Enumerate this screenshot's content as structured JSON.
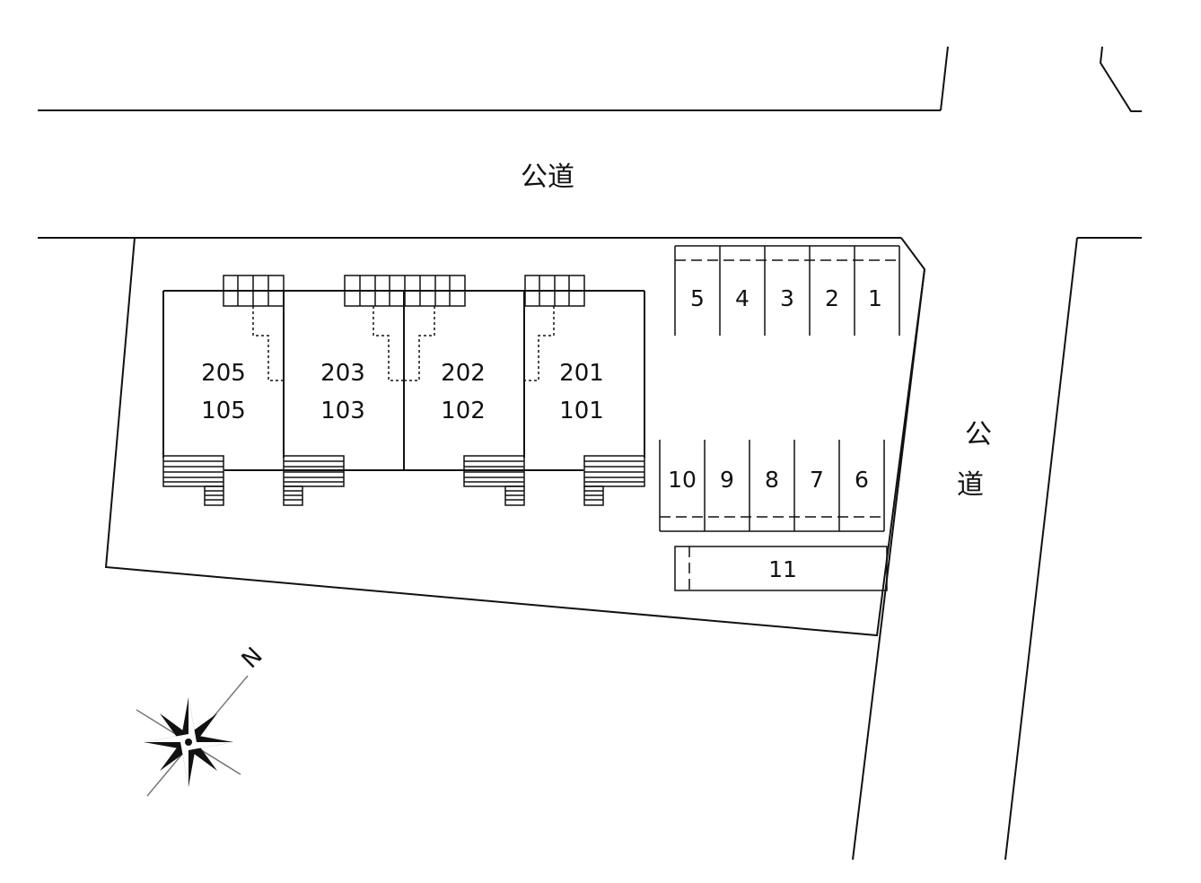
{
  "roads": {
    "top_label": "公道",
    "right_label_1": "公",
    "right_label_2": "道"
  },
  "buildings": [
    {
      "upper": "205",
      "lower": "105"
    },
    {
      "upper": "203",
      "lower": "103"
    },
    {
      "upper": "202",
      "lower": "102"
    },
    {
      "upper": "201",
      "lower": "101"
    }
  ],
  "parking_top": [
    "5",
    "4",
    "3",
    "2",
    "1"
  ],
  "parking_bottom": [
    "10",
    "9",
    "8",
    "7",
    "6"
  ],
  "parking_long": "11",
  "compass": {
    "north_label": "N",
    "color": "#111111"
  }
}
